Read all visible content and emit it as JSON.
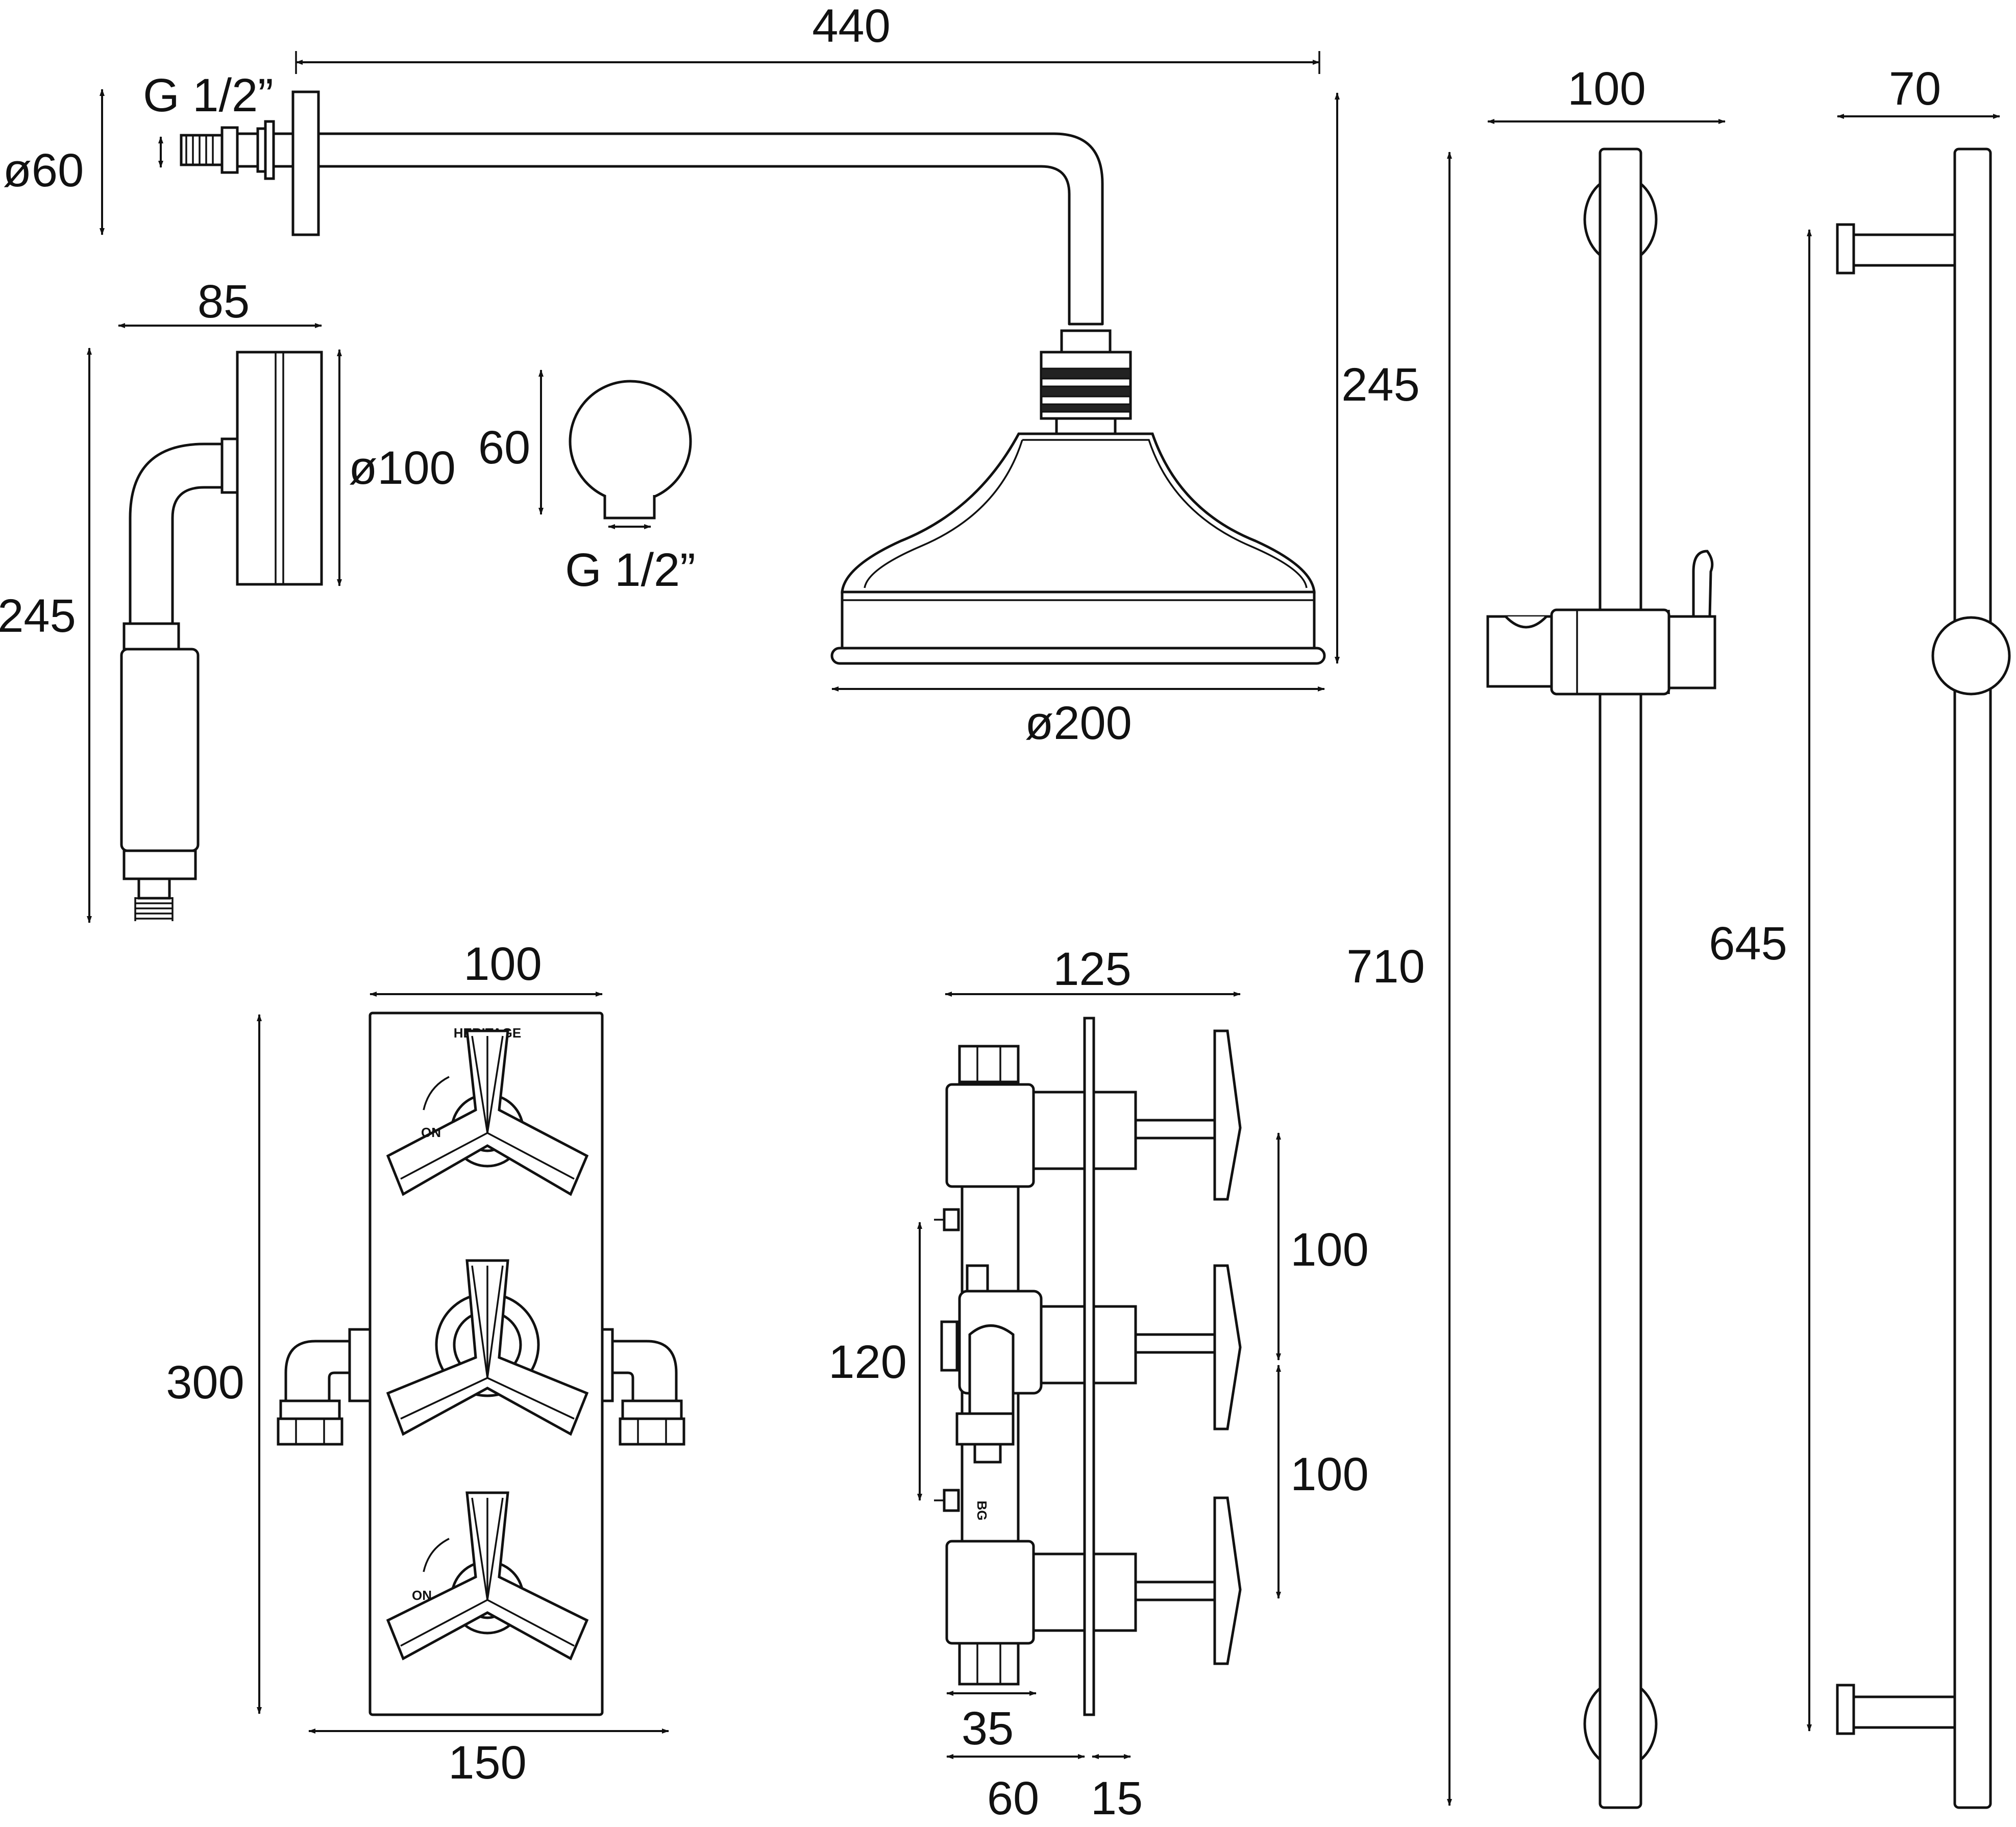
{
  "dimensions": {
    "arm_length": "440",
    "inlet_thread_top": "G 1/2”",
    "wall_flange_diameter": "ø60",
    "handset_flange_width": "85",
    "handset_length": "245",
    "handset_flange_diameter": "ø100",
    "outlet_height": "60",
    "outlet_thread": "G 1/2”",
    "head_drop": "245",
    "head_diameter": "ø200",
    "riser_bracket_depth": "100",
    "riser_side_depth": "70",
    "riser_total_height": "710",
    "riser_centers": "645",
    "plate_width": "100",
    "plate_height": "300",
    "valve_inlet_span": "150",
    "valve_depth": "125",
    "handle_pitch_upper": "100",
    "handle_pitch_lower": "100",
    "inlet_pitch": "120",
    "body_width": "35",
    "body_depth": "60",
    "plate_offset": "15"
  },
  "plate_markings": {
    "brand": "HERITAGE",
    "on_upper": "ON",
    "on_lower": "ON",
    "maker_mark": "BG"
  }
}
